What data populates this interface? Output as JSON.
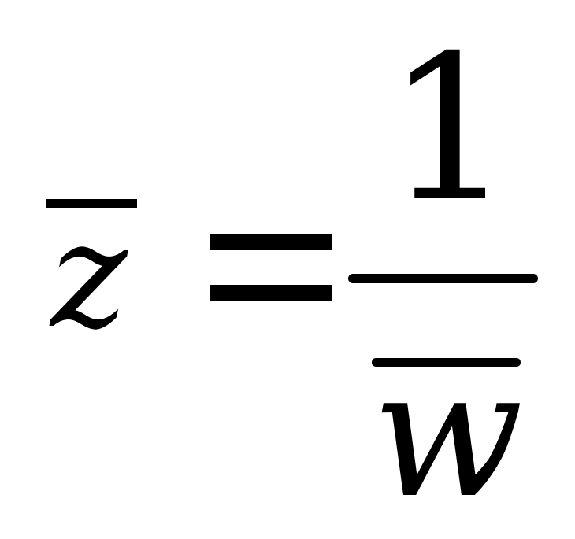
{
  "equation": {
    "lhs": {
      "variable": "z",
      "accent": "overline"
    },
    "relation": "=",
    "rhs": {
      "numerator": "1",
      "denominator": {
        "variable": "w",
        "accent": "overline"
      }
    }
  }
}
